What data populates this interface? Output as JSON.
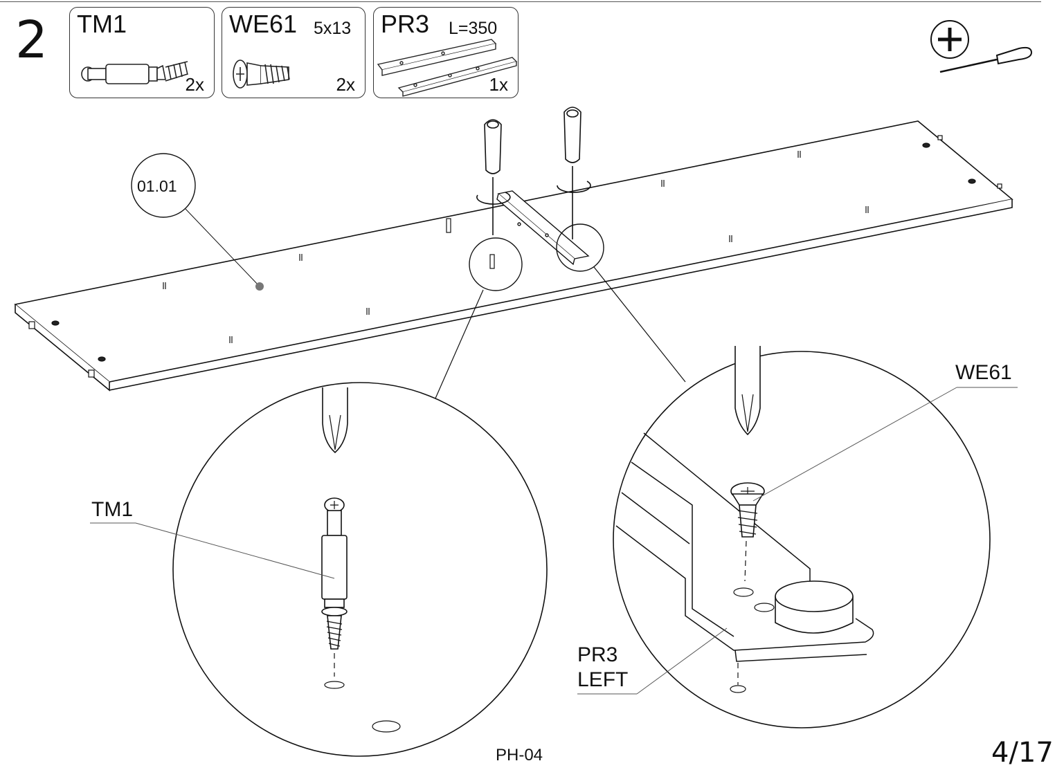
{
  "step": {
    "number": "2"
  },
  "parts": [
    {
      "code": "TM1",
      "size": "",
      "quantity": "2x",
      "icon": "cam-bolt-icon"
    },
    {
      "code": "WE61",
      "size": "5x13",
      "quantity": "2x",
      "icon": "euro-screw-icon"
    },
    {
      "code": "PR3",
      "size": "L=350",
      "quantity": "1x",
      "icon": "drawer-runner-icon"
    }
  ],
  "tool": {
    "icon": "phillips-screwdriver-icon",
    "symbol": "+"
  },
  "panel": {
    "tag": "01.01"
  },
  "callouts": {
    "left_part": "TM1",
    "right_part": "WE61",
    "runner_line1": "PR3",
    "runner_line2": "LEFT"
  },
  "footer": {
    "code": "PH-04",
    "page": "4/17"
  }
}
